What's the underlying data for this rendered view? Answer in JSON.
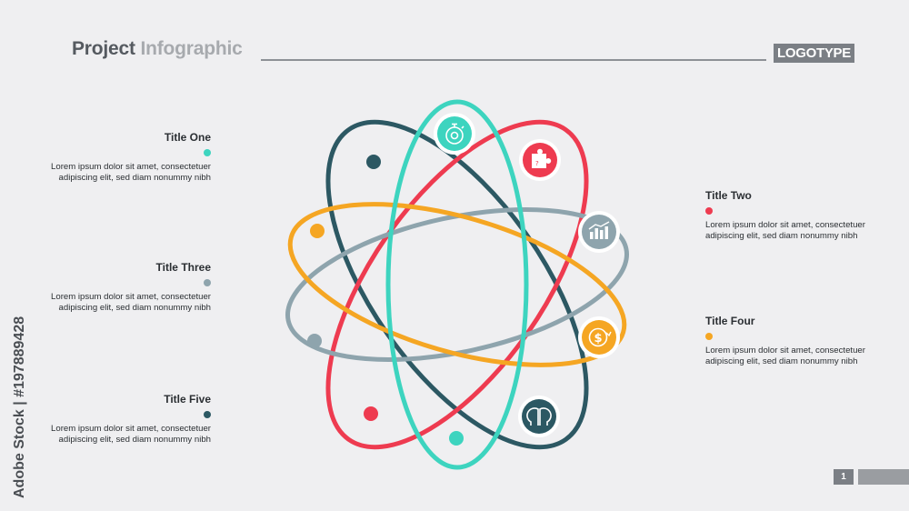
{
  "header": {
    "title_part1": "Project",
    "title_part2": "Infographic",
    "logotype": "LOGOTYPE"
  },
  "items": [
    {
      "title": "Title One",
      "text": "Lorem ipsum dolor sit amet, consectetuer adipiscing elit, sed diam nonummy nibh",
      "color": "#3dd4bf"
    },
    {
      "title": "Title Two",
      "text": "Lorem ipsum dolor sit amet, consectetuer adipiscing elit, sed diam nonummy nibh",
      "color": "#ee3b50"
    },
    {
      "title": "Title Three",
      "text": "Lorem ipsum dolor sit amet, consectetuer adipiscing elit, sed diam nonummy nibh",
      "color": "#8ea4ad"
    },
    {
      "title": "Title Four",
      "text": "Lorem ipsum dolor sit amet, consectetuer adipiscing elit, sed diam nonummy nibh",
      "color": "#f5a623"
    },
    {
      "title": "Title Five",
      "text": "Lorem ipsum dolor sit amet, consectetuer adipiscing elit, sed diam nonummy nibh",
      "color": "#2c5863"
    }
  ],
  "icons": [
    "stopwatch-gear-icon",
    "puzzle-icon",
    "bar-chart-icon",
    "dollar-cycle-icon",
    "heads-icon"
  ],
  "footer": {
    "page_number": "1",
    "credit": "Adobe Stock | #197889428"
  }
}
